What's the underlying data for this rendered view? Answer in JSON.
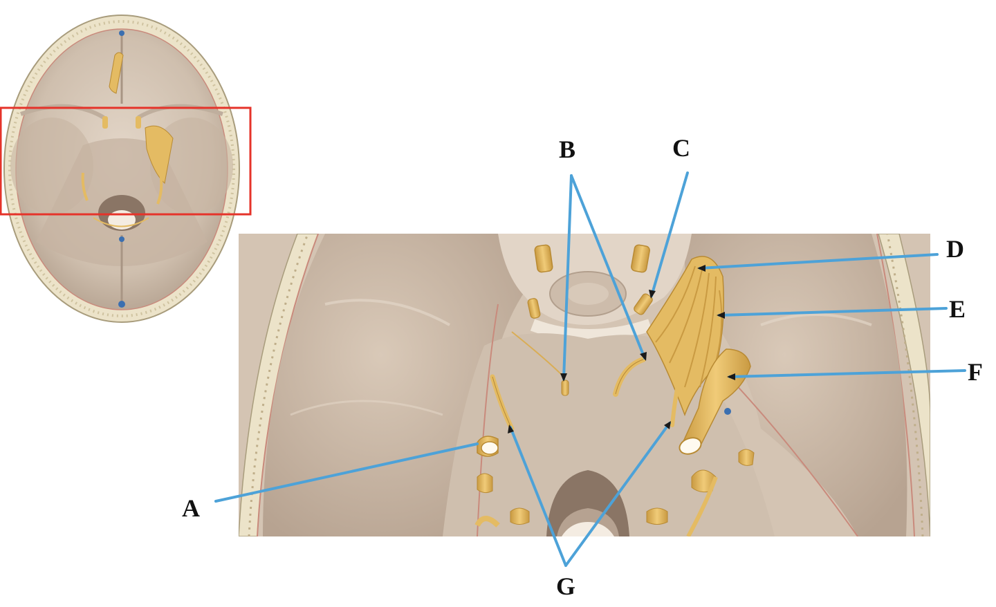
{
  "labels": {
    "a": "A",
    "b": "B",
    "c": "C",
    "d": "D",
    "e": "E",
    "f": "F",
    "g": "G"
  },
  "colors": {
    "background": "#ffffff",
    "bone": "#cdbcab",
    "bone_dark": "#a99584",
    "bone_light": "#e2d5c7",
    "nerve": "#e4bb63",
    "nerve_dark": "#b88a33",
    "skull_rim": "#ece3c9",
    "dura_line": "#c98a7c",
    "pointer": "#4da2d8",
    "inset_box": "#e5332a",
    "label_text": "#111111"
  }
}
